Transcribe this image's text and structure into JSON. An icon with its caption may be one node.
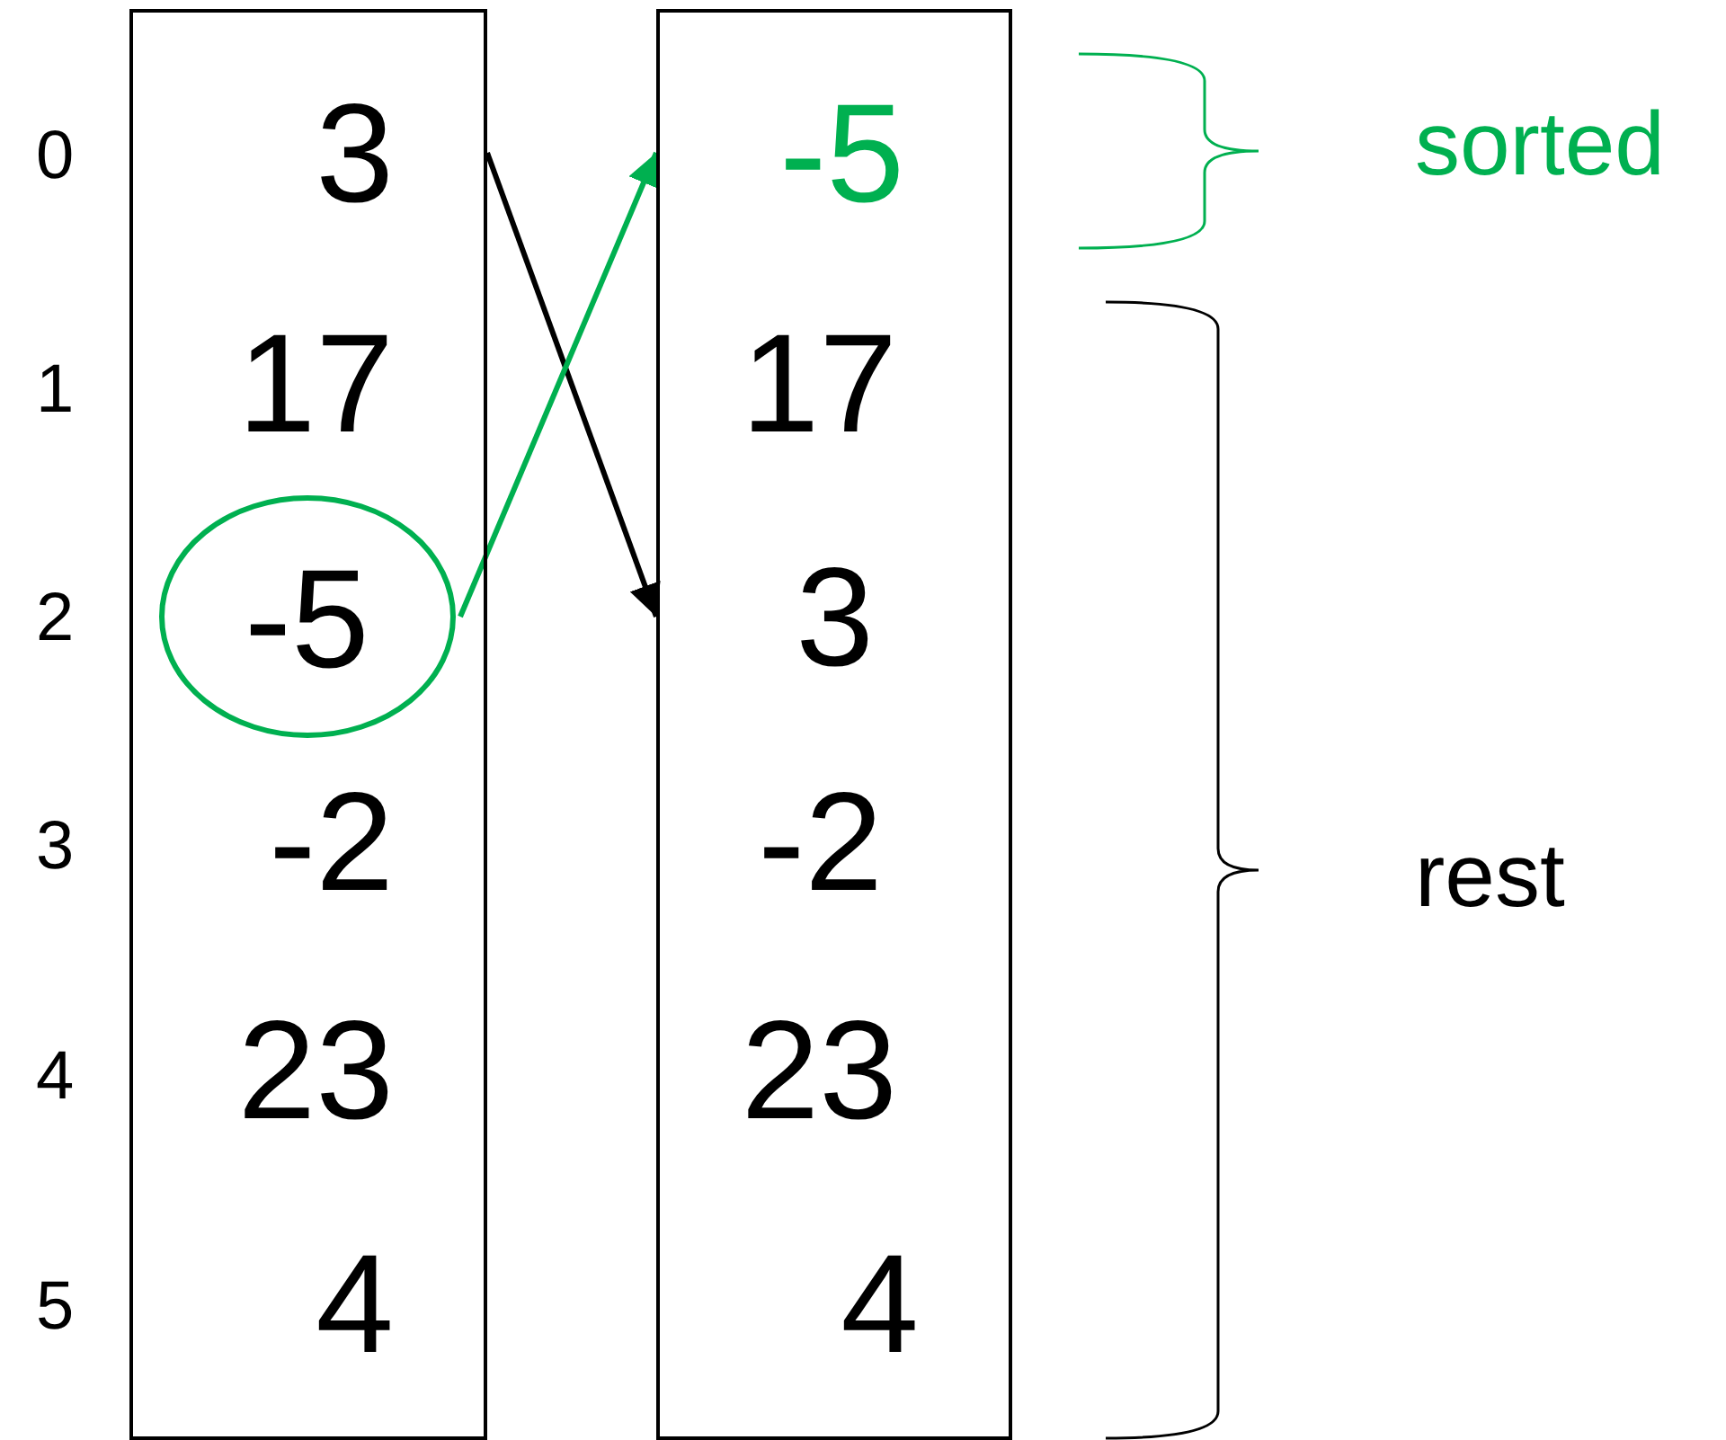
{
  "diagram": {
    "nodes": [
      {
        "text": [],
        "shape": "box"
      },
      {
        "text": [
          "3"
        ],
        "in": 0
      },
      {
        "text": [
          "17"
        ],
        "in": 0
      },
      {
        "text": [
          "-5"
        ],
        "in": 0
      },
      {
        "text": [
          "-2"
        ],
        "in": 0
      },
      {
        "text": [
          "23"
        ],
        "in": 0
      },
      {
        "text": [
          "4"
        ],
        "in": 0
      },
      {
        "text": [],
        "shape": "box"
      },
      {
        "text": [
          "-5"
        ],
        "in": 7
      },
      {
        "text": [
          "17"
        ],
        "in": 7
      },
      {
        "text": [
          "3"
        ],
        "in": 7
      },
      {
        "text": [
          "-2"
        ],
        "in": 7
      },
      {
        "text": [
          "23"
        ],
        "in": 7
      },
      {
        "text": [
          "4"
        ],
        "in": 7
      }
    ],
    "edges": [
      {
        "from": 1,
        "to": 10,
        "arrow": "to"
      },
      {
        "from": 3,
        "to": 8,
        "arrow": "to",
        "color": "#00b050"
      }
    ],
    "labels": [
      "0",
      "1",
      "2",
      "3",
      "4",
      "5",
      "sorted",
      "rest"
    ]
  }
}
